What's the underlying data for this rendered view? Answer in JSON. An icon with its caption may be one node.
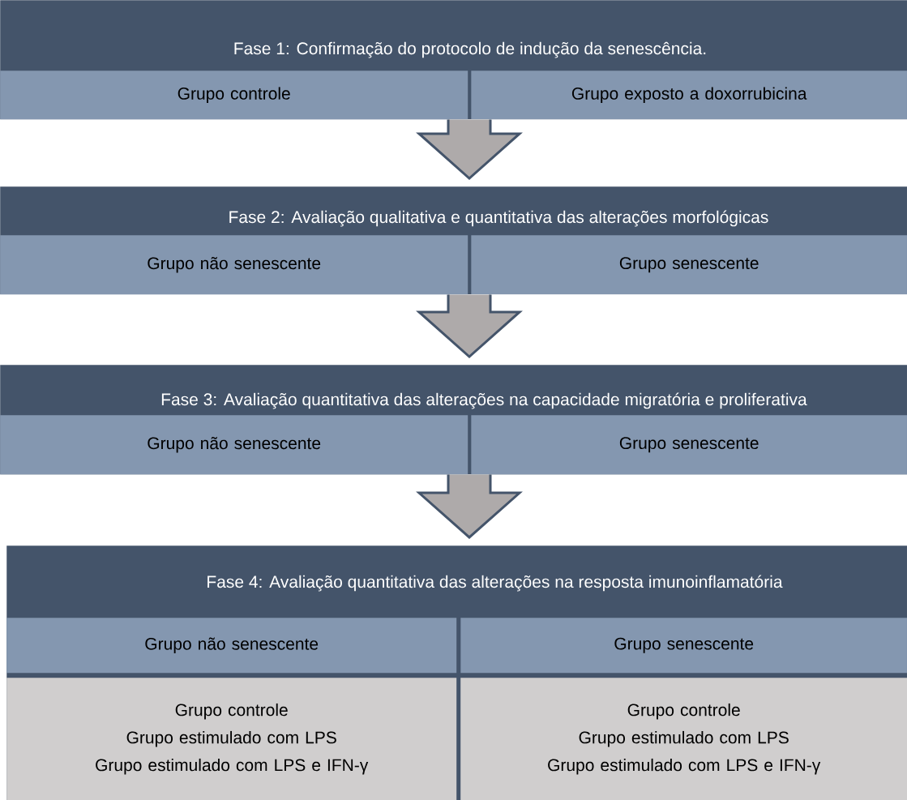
{
  "diagram": {
    "nodes": [
      {
        "text": [
          "Fase 1: Confirmação do protocolo de indução da senescência."
        ]
      },
      {
        "text": [
          "Grupo controle"
        ],
        "in": 0
      },
      {
        "text": [
          "Grupo exposto a doxorrubicina"
        ],
        "in": 0
      },
      {
        "text": [
          "Fase 2: Avaliação qualitativa e quantitativa das alterações morfológicas"
        ]
      },
      {
        "text": [
          "Grupo não senescente"
        ],
        "in": 3
      },
      {
        "text": [
          "Grupo senescente"
        ],
        "in": 3
      },
      {
        "text": [
          "Fase 3: Avaliação quantitativa das alterações na capacidade migratória e proliferativa"
        ]
      },
      {
        "text": [
          "Grupo não senescente"
        ],
        "in": 6
      },
      {
        "text": [
          "Grupo senescente"
        ],
        "in": 6
      },
      {
        "text": [
          "Fase 4: Avaliação quantitativa das alterações na resposta imunoinflamatória"
        ]
      },
      {
        "text": [
          "Grupo não senescente"
        ],
        "in": 9
      },
      {
        "text": [
          "Grupo senescente"
        ],
        "in": 9
      },
      {
        "text": [
          "Grupo controle",
          "Grupo estimulado com LPS",
          "Grupo estimulado com LPS e IFN-γ"
        ],
        "in": 9
      },
      {
        "text": [
          "Grupo controle",
          "Grupo estimulado com LPS",
          "Grupo estimulado com LPS e IFN-γ"
        ],
        "in": 9
      }
    ],
    "edges": [
      {
        "from": 0,
        "to": 3,
        "arrow": "to"
      },
      {
        "from": 3,
        "to": 6,
        "arrow": "to"
      },
      {
        "from": 6,
        "to": 9,
        "arrow": "to"
      }
    ]
  }
}
